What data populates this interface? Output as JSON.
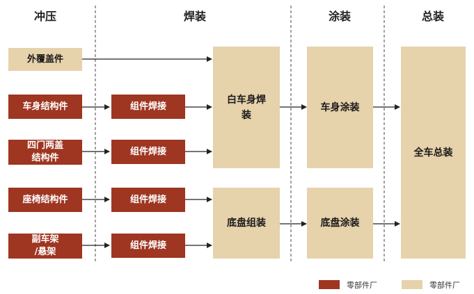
{
  "stages": [
    {
      "key": "stamping",
      "label": "冲压"
    },
    {
      "key": "welding",
      "label": "焊装"
    },
    {
      "key": "painting",
      "label": "涂装"
    },
    {
      "key": "assembly",
      "label": "总装"
    }
  ],
  "stamping_parts": [
    {
      "key": "outer_panel",
      "line1": "外覆盖件",
      "line2": ""
    },
    {
      "key": "body_struct",
      "line1": "车身结构件",
      "line2": ""
    },
    {
      "key": "doors",
      "line1": "四门两盖",
      "line2": "结构件"
    },
    {
      "key": "seat_struct",
      "line1": "座椅结构件",
      "line2": ""
    },
    {
      "key": "subframe",
      "line1": "副车架",
      "line2": "/悬架"
    }
  ],
  "component_welding_label": "组件焊接",
  "body_in_white": {
    "line1": "白车身焊",
    "line2": "装"
  },
  "chassis_assembly": "底盘组装",
  "body_painting": "车身涂装",
  "chassis_painting": "底盘涂装",
  "final_assembly": "全车总装",
  "legend": [
    {
      "color": "#9e3621",
      "label": "零部件厂"
    },
    {
      "color": "#e6d2ab",
      "label": "零部件厂"
    }
  ],
  "colors": {
    "red": "#9e3621",
    "tan": "#e6d2ab",
    "line": "#222222"
  }
}
